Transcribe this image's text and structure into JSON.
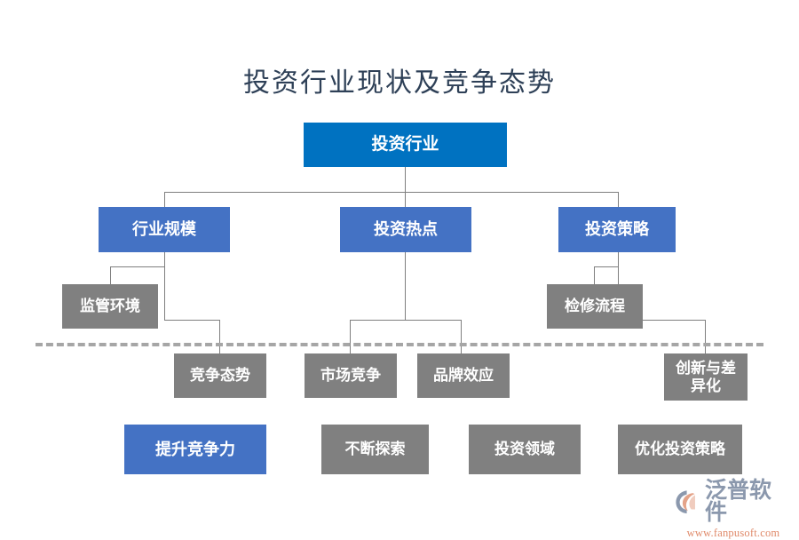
{
  "diagram": {
    "title": "投资行业现状及竞争态势",
    "title_color": "#2e4057",
    "colors": {
      "root": "#0072c1",
      "level2": "#4472c4",
      "gray": "#808080",
      "highlight": "#4472c4",
      "connector": "#7f7f7f",
      "dashed_separator": "#a6a6a6"
    },
    "nodes": {
      "root": {
        "label": "投资行业",
        "color": "#0072c1"
      },
      "level2": [
        {
          "label": "行业规模",
          "color": "#4472c4"
        },
        {
          "label": "投资热点",
          "color": "#4472c4"
        },
        {
          "label": "投资策略",
          "color": "#4472c4"
        }
      ],
      "level3_upper": [
        {
          "label": "监管环境",
          "color": "#808080"
        },
        {
          "label": "检修流程",
          "color": "#808080"
        }
      ],
      "level3_lower": [
        {
          "label": "竞争态势",
          "color": "#808080"
        },
        {
          "label": "市场竞争",
          "color": "#808080"
        },
        {
          "label": "品牌效应",
          "color": "#808080"
        },
        {
          "label": "创新与差异化",
          "color": "#808080"
        }
      ],
      "level4": [
        {
          "label": "提升竞争力",
          "color": "#4472c4"
        },
        {
          "label": "不断探索",
          "color": "#808080"
        },
        {
          "label": "投资领域",
          "color": "#808080"
        },
        {
          "label": "优化投资策略",
          "color": "#808080"
        }
      ]
    }
  },
  "logo": {
    "name": "泛普软件",
    "url": "www.fanpusoft.com",
    "mark_colors": {
      "arc": "#8b98ad",
      "leaf": "#e4a389"
    },
    "text_color": "#8b98ad",
    "url_color": "#e08a6a"
  }
}
